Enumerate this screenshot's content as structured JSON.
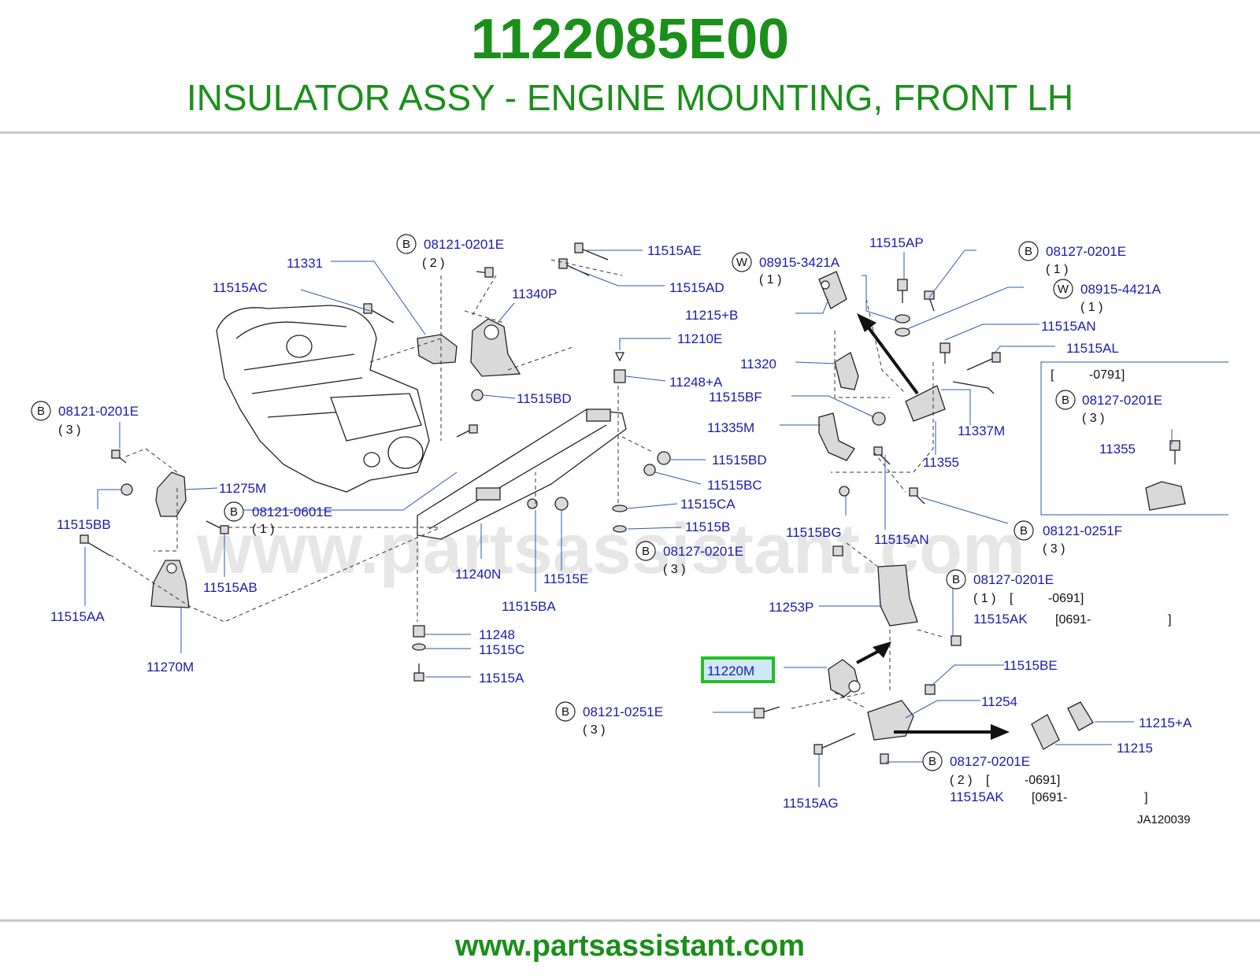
{
  "header": {
    "part_number": "1122085E00",
    "part_name": "INSULATOR ASSY - ENGINE MOUNTING, FRONT LH"
  },
  "watermark": "www.partsassistant.com",
  "footer": {
    "url": "www.partsassistant.com"
  },
  "diagram_code": "JA120039",
  "highlighted": "11220M",
  "labels": {
    "l11331": "11331",
    "l11515AC": "11515AC",
    "l11340P": "11340P",
    "l11515AE": "11515AE",
    "l11515AD": "11515AD",
    "l11210E": "11210E",
    "l11248A": "11248+A",
    "l11515BD_a": "11515BD",
    "l11515BD_b": "11515BD",
    "l11275M": "11275M",
    "l11515BB": "11515BB",
    "l11515AB": "11515AB",
    "l11515AA": "11515AA",
    "l11270M": "11270M",
    "l11240N": "11240N",
    "l11515E": "11515E",
    "l11515BA": "11515BA",
    "l11248": "11248",
    "l11515C": "11515C",
    "l11515A": "11515A",
    "l11515BC": "11515BC",
    "l11515CA": "11515CA",
    "l11515B": "11515B",
    "l11515AP": "11515AP",
    "l11215B": "11215+B",
    "l11320": "11320",
    "l11515BF": "11515BF",
    "l11335M": "11335M",
    "l11515AN_a": "11515AN",
    "l11515AL": "11515AL",
    "l11337M": "11337M",
    "l11355_a": "11355",
    "l11355_b": "11355",
    "l11515BG": "11515BG",
    "l11515AN_b": "11515AN",
    "l11253P": "11253P",
    "l11515AK_a": "11515AK",
    "l11515BE": "11515BE",
    "l11254": "11254",
    "l11215A": "11215+A",
    "l11215": "11215",
    "l11515AG": "11515AG",
    "l11515AK_b": "11515AK"
  },
  "bolt_refs": [
    {
      "prefix": "B",
      "code": "08121-0201E",
      "qty": "( 2 )"
    },
    {
      "prefix": "B",
      "code": "08121-0201E",
      "qty": "( 3 )"
    },
    {
      "prefix": "B",
      "code": "08121-0601E",
      "qty": "( 1 )"
    },
    {
      "prefix": "W",
      "code": "08915-3421A",
      "qty": "( 1 )"
    },
    {
      "prefix": "B",
      "code": "08127-0201E",
      "qty": "( 1 )"
    },
    {
      "prefix": "W",
      "code": "08915-4421A",
      "qty": "( 1 )"
    },
    {
      "prefix": "B",
      "code": "08127-0201E",
      "qty": "( 3 )"
    },
    {
      "prefix": "B",
      "code": "08121-0251F",
      "qty": "( 3 )"
    },
    {
      "prefix": "B",
      "code": "08127-0201E",
      "qty": "( 3 )"
    },
    {
      "prefix": "B",
      "code": "08127-0201E",
      "qty": "( 1 )"
    },
    {
      "prefix": "B",
      "code": "08121-0251E",
      "qty": "( 3 )"
    },
    {
      "prefix": "B",
      "code": "08127-0201E",
      "qty": "( 2 )"
    }
  ],
  "date_ranges": {
    "r0791": "[          -0791]",
    "r0691_a": "[          -0691]",
    "r0691b_a": "[0691-                      ]",
    "r0691_b": "[          -0691]",
    "r0691b_b": "[0691-                      ]"
  }
}
